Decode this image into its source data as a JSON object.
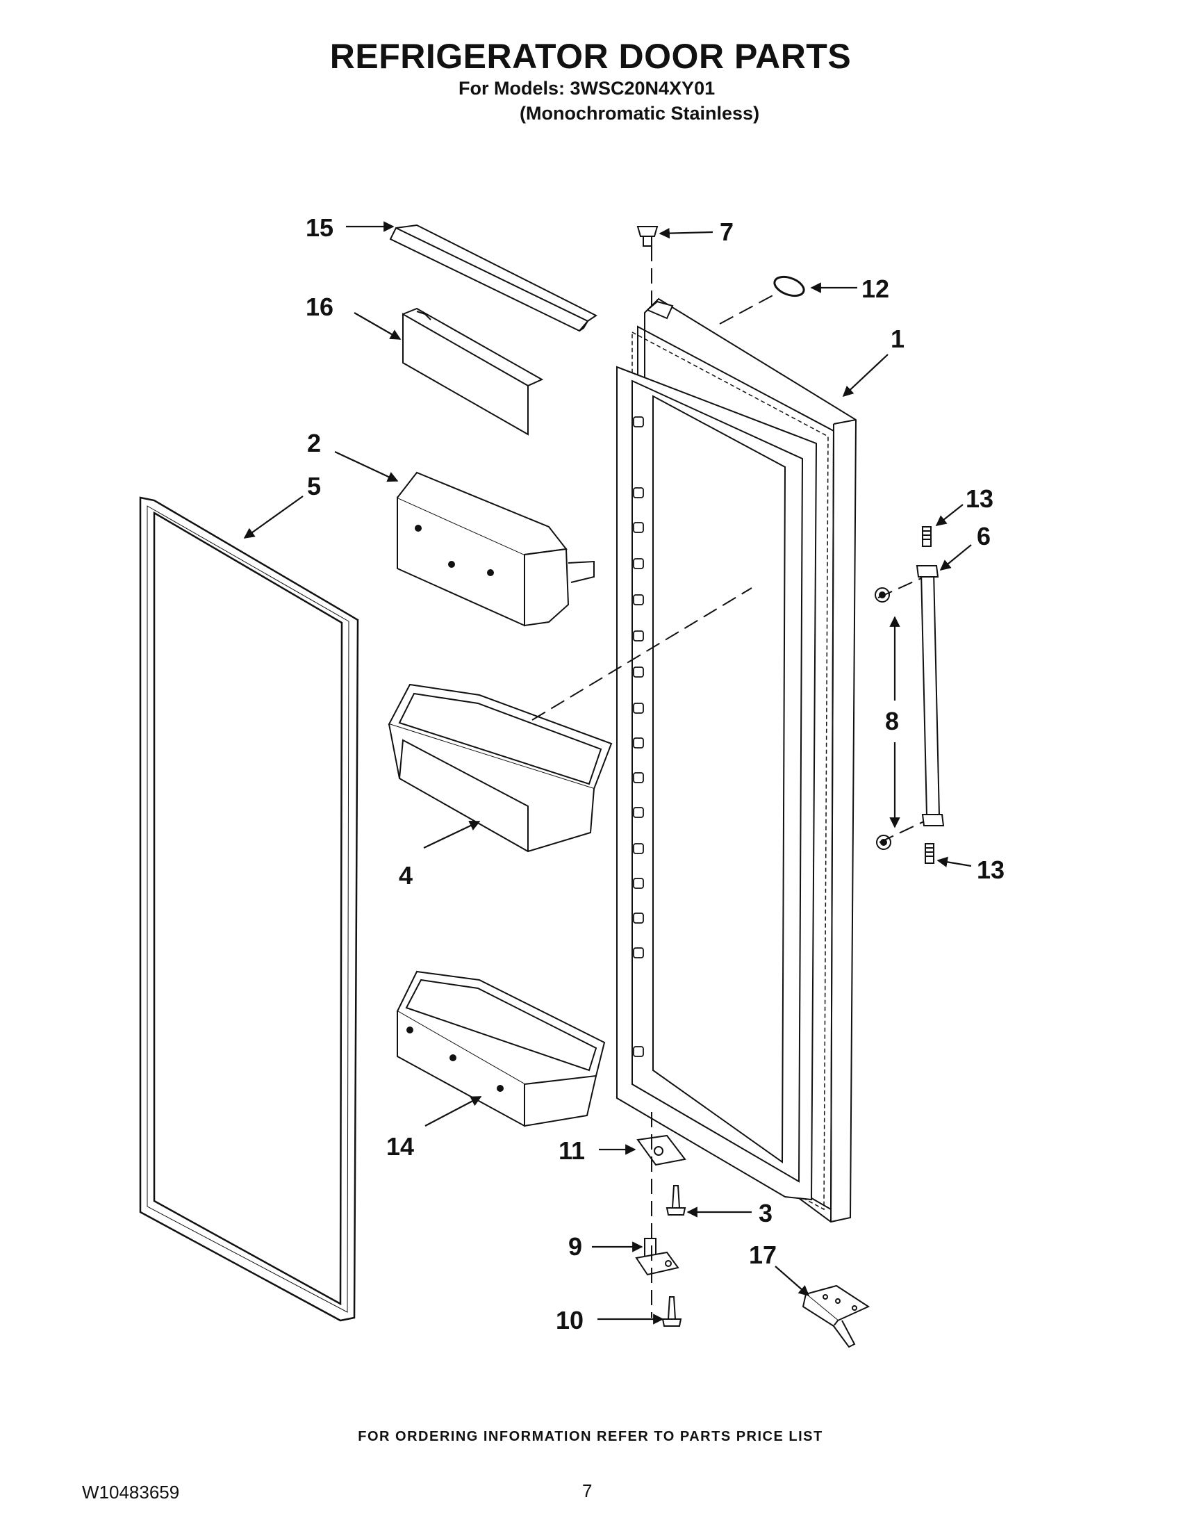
{
  "header": {
    "title": "REFRIGERATOR DOOR PARTS",
    "models_line": "For Models: 3WSC20N4XY01",
    "finish_line": "(Monochromatic Stainless)"
  },
  "diagram": {
    "callouts": {
      "c1": "1",
      "c2": "2",
      "c3": "3",
      "c4": "4",
      "c5": "5",
      "c6": "6",
      "c7": "7",
      "c8": "8",
      "c9": "9",
      "c10": "10",
      "c11": "11",
      "c12": "12",
      "c13a": "13",
      "c13b": "13",
      "c14": "14",
      "c15": "15",
      "c16": "16",
      "c17": "17"
    }
  },
  "footer": {
    "ordering_note": "FOR ORDERING INFORMATION REFER TO PARTS PRICE LIST",
    "document_number": "W10483659",
    "page_number": "7"
  }
}
